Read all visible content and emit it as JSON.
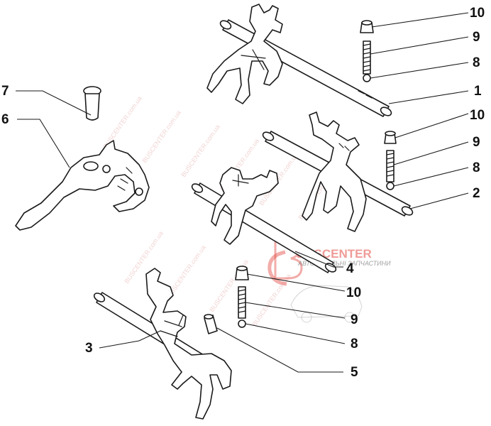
{
  "callouts": {
    "c10a": "10",
    "c9a": "9",
    "c8a": "8",
    "c1": "1",
    "c10b": "10",
    "c9b": "9",
    "c8b": "8",
    "c2": "2",
    "c7": "7",
    "c6": "6",
    "c4": "4",
    "c10c": "10",
    "c9c": "9",
    "c8c": "8",
    "c3": "3",
    "c5": "5"
  },
  "watermark": {
    "site": "BUSCENTER.com.ua",
    "brand": "BUSCENTER",
    "tagline": "АВТОМОБІЛЬНІ ЗАПЧАСТИНИ"
  },
  "colors": {
    "line": "#1a1a1a",
    "watermark_red": "#e24a43",
    "watermark_pink": "#e8b0b0"
  }
}
